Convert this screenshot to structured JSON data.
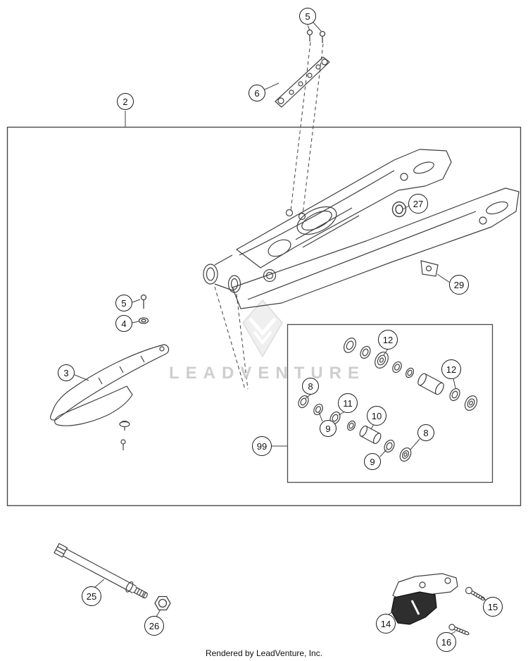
{
  "page": {
    "watermark": "LEADVENTURE",
    "footer": "Rendered by LeadVenture, Inc."
  },
  "colors": {
    "line": "#3f3f3f",
    "frame_border": "#4a4a4a",
    "watermark": "#c6c6c6",
    "callout_border": "#1a1a1a",
    "dark_part": "#2e2e2e",
    "background": "#ffffff"
  },
  "callouts": [
    {
      "label": "5"
    },
    {
      "label": "6"
    },
    {
      "label": "2"
    },
    {
      "label": "27"
    },
    {
      "label": "29"
    },
    {
      "label": "5"
    },
    {
      "label": "4"
    },
    {
      "label": "3"
    },
    {
      "label": "12"
    },
    {
      "label": "12"
    },
    {
      "label": "8"
    },
    {
      "label": "11"
    },
    {
      "label": "10"
    },
    {
      "label": "9"
    },
    {
      "label": "8"
    },
    {
      "label": "9"
    },
    {
      "label": "99"
    },
    {
      "label": "25"
    },
    {
      "label": "26"
    },
    {
      "label": "14"
    },
    {
      "label": "15"
    },
    {
      "label": "16"
    }
  ]
}
